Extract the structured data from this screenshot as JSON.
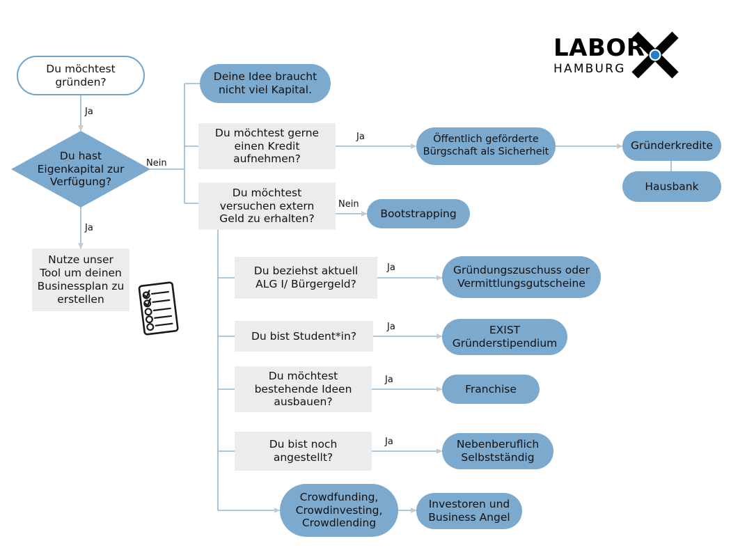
{
  "logo": {
    "wordmark": "LABOR",
    "subword": "HAMBURG",
    "x_icon_name": "x-cross-icon",
    "dot_color": "#1F7FD0"
  },
  "colors": {
    "pill_fill": "#7CA9CE",
    "decision_fill": "#7CA9CE",
    "box_fill": "#ECECEC",
    "edge_stroke": "#8FB8D8",
    "start_border": "#6FA3CC",
    "text": "#111111",
    "background": "#FFFFFF"
  },
  "nodes": {
    "start": "Du möchtest\ngründen?",
    "decision_equity": "Du hast\nEigenkapital zur\nVerfügung?",
    "tool_businessplan": "Nutze unser\nTool um deinen\nBusinessplan zu\nerstellen",
    "idea_low_capital": "Deine Idee braucht\nnicht viel Kapital.",
    "want_credit": "Du möchtest gerne\neinen Kredit\naufnehmen?",
    "want_external_money": "Du möchtest\nversuchen extern\nGeld zu erhalten?",
    "public_guarantee": "Öffentlich geförderte\nBürgschaft als Sicherheit",
    "founder_credits": "Gründerkredite",
    "house_bank": "Hausbank",
    "bootstrapping": "Bootstrapping",
    "alg_buergergeld": "Du beziehst aktuell\nALG I/ Bürgergeld?",
    "gruendungszuschuss": "Gründungszuschuss oder\nVermittlungsgutscheine",
    "student": "Du bist Student*in?",
    "exist": "EXIST\nGründerstipendium",
    "existing_ideas": "Du möchtest\nbestehende Ideen\nausbauen?",
    "franchise": "Franchise",
    "still_employed": "Du bist noch\nangestellt?",
    "nebenberuflich": "Nebenberuflich\nSelbstständig",
    "crowd": "Crowdfunding,\nCrowdinvesting,\nCrowdlending",
    "investors": "Investoren und\nBusiness Angel"
  },
  "edge_labels": {
    "start_to_decision": "Ja",
    "decision_nein": "Nein",
    "decision_ja": "Ja",
    "credit_ja": "Ja",
    "external_nein": "Nein",
    "alg_ja": "Ja",
    "student_ja": "Ja",
    "ideas_ja": "Ja",
    "employed_ja": "Ja"
  },
  "icons": {
    "checklist": {
      "name": "checklist-clipboard-icon",
      "checked_items": 2,
      "unchecked_items": 3
    }
  }
}
